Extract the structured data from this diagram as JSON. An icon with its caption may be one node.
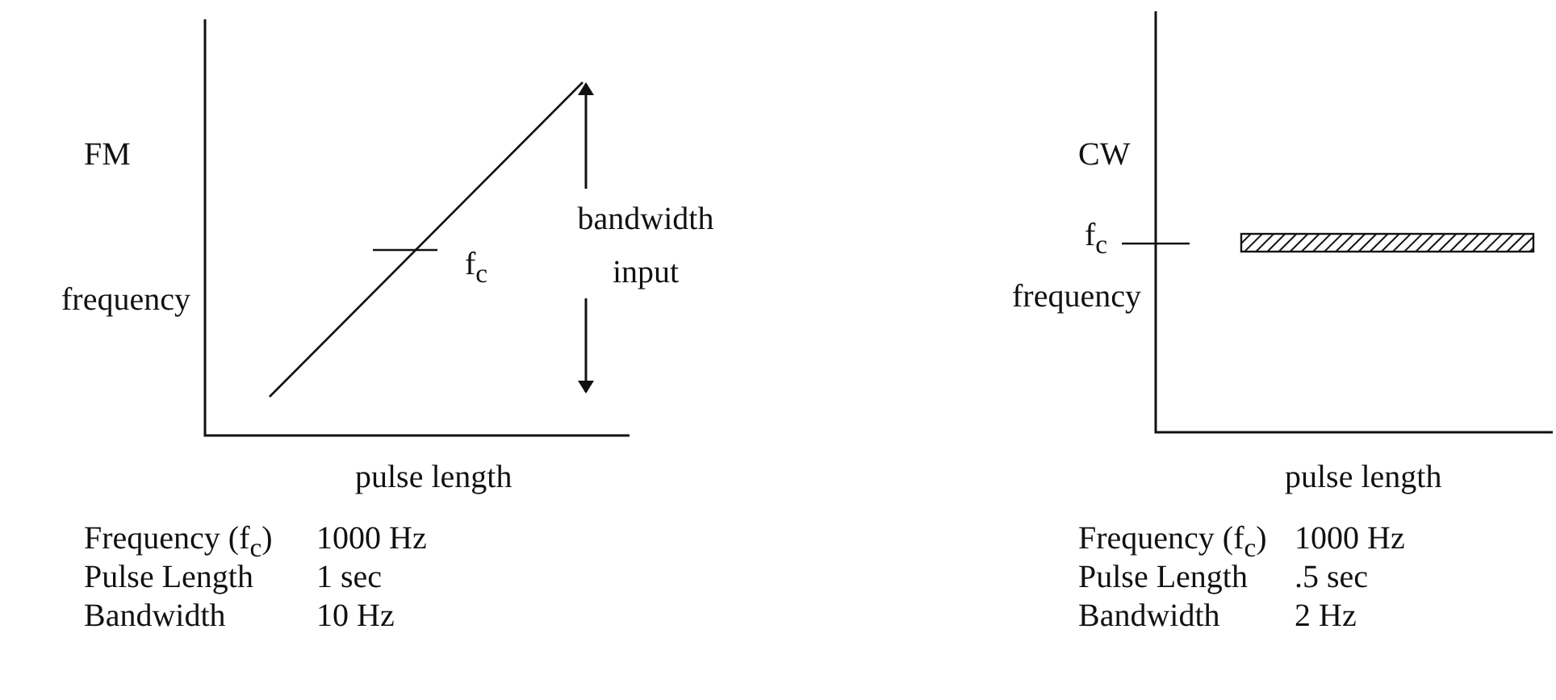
{
  "diagram": {
    "labels": [
      "FM",
      "f$_{c}$",
      "bandwidth input",
      "frequency",
      "pulse length",
      "Frequency (f$_{c}$)",
      "1000 Hz",
      "Pulse Length",
      "1 sec",
      "Bandwidth",
      "10 Hz",
      "CW",
      "f$_{c}$",
      "frequency",
      "pulse length",
      "Frequency (f$_{c}$)",
      "1000 Hz",
      "Pulse Length",
      ".5 sec",
      "Bandwidth",
      "2 Hz"
    ]
  }
}
